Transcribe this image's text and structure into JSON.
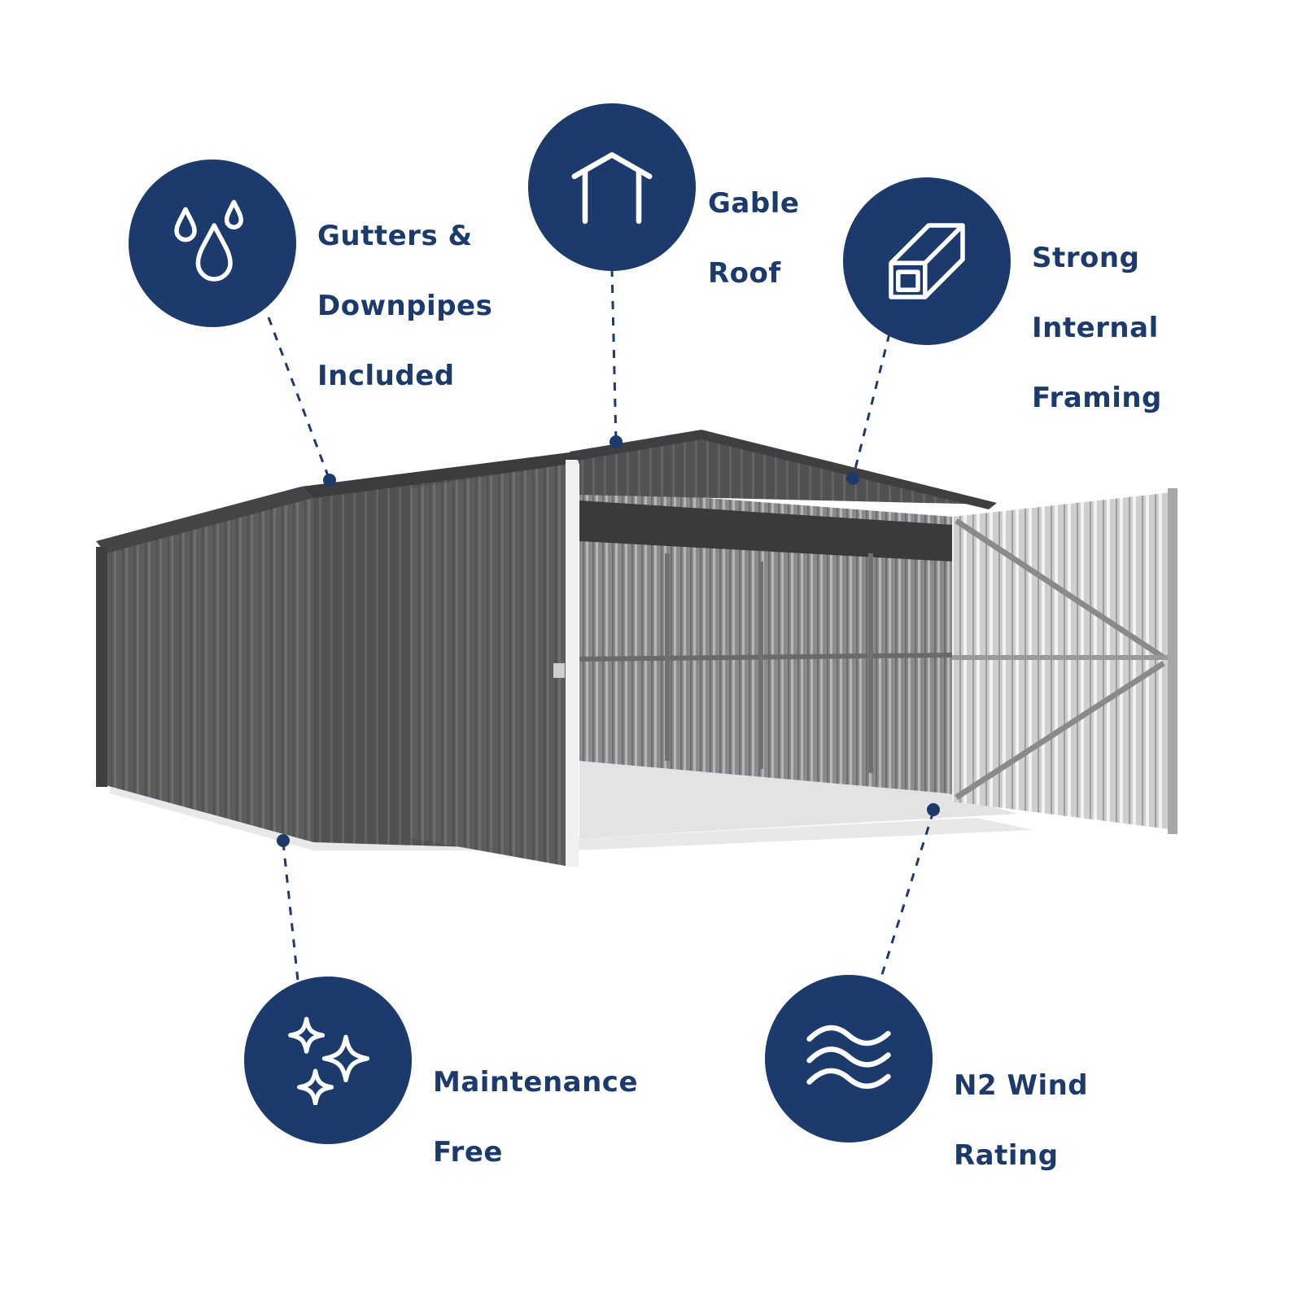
{
  "colors": {
    "navy": "#1c3a6b",
    "shed_steel": "#5f5f62",
    "shed_dark": "#4a4a4d",
    "interior_light": "#d9d9d9",
    "floor": "#e4e4e4"
  },
  "features": [
    {
      "id": "gutters",
      "icon": "water-drops-icon",
      "lines": [
        "Gutters &",
        "Downpipes",
        "Included"
      ]
    },
    {
      "id": "gable",
      "icon": "gable-roof-icon",
      "lines": [
        "Gable",
        "Roof"
      ]
    },
    {
      "id": "framing",
      "icon": "steel-beam-icon",
      "lines": [
        "Strong",
        "Internal",
        "Framing"
      ]
    },
    {
      "id": "maintenance",
      "icon": "sparkles-icon",
      "lines": [
        "Maintenance",
        "Free"
      ]
    },
    {
      "id": "wind",
      "icon": "wind-waves-icon",
      "lines": [
        "N2 Wind",
        "Rating"
      ]
    }
  ]
}
